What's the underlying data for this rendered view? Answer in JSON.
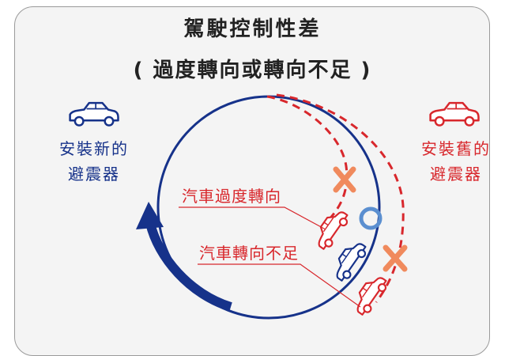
{
  "title": {
    "line1": "駕駛控制性差",
    "line2": "( 過度轉向或轉向不足 )"
  },
  "left_label": {
    "line1": "安裝新的",
    "line2": "避震器"
  },
  "right_label": {
    "line1": "安裝舊的",
    "line2": "避震器"
  },
  "car_labels": {
    "oversteer": "汽車過度轉向",
    "understeer": "汽車轉向不足"
  },
  "colors": {
    "navy": "#16328a",
    "red": "#d8272c",
    "orange_x": "#f08a5d",
    "blue_circle": "#5b8fd0",
    "panel": "#f4f4f4"
  },
  "icons": [
    "car-icon",
    "cross-icon",
    "ring-icon",
    "arrow-icon"
  ]
}
